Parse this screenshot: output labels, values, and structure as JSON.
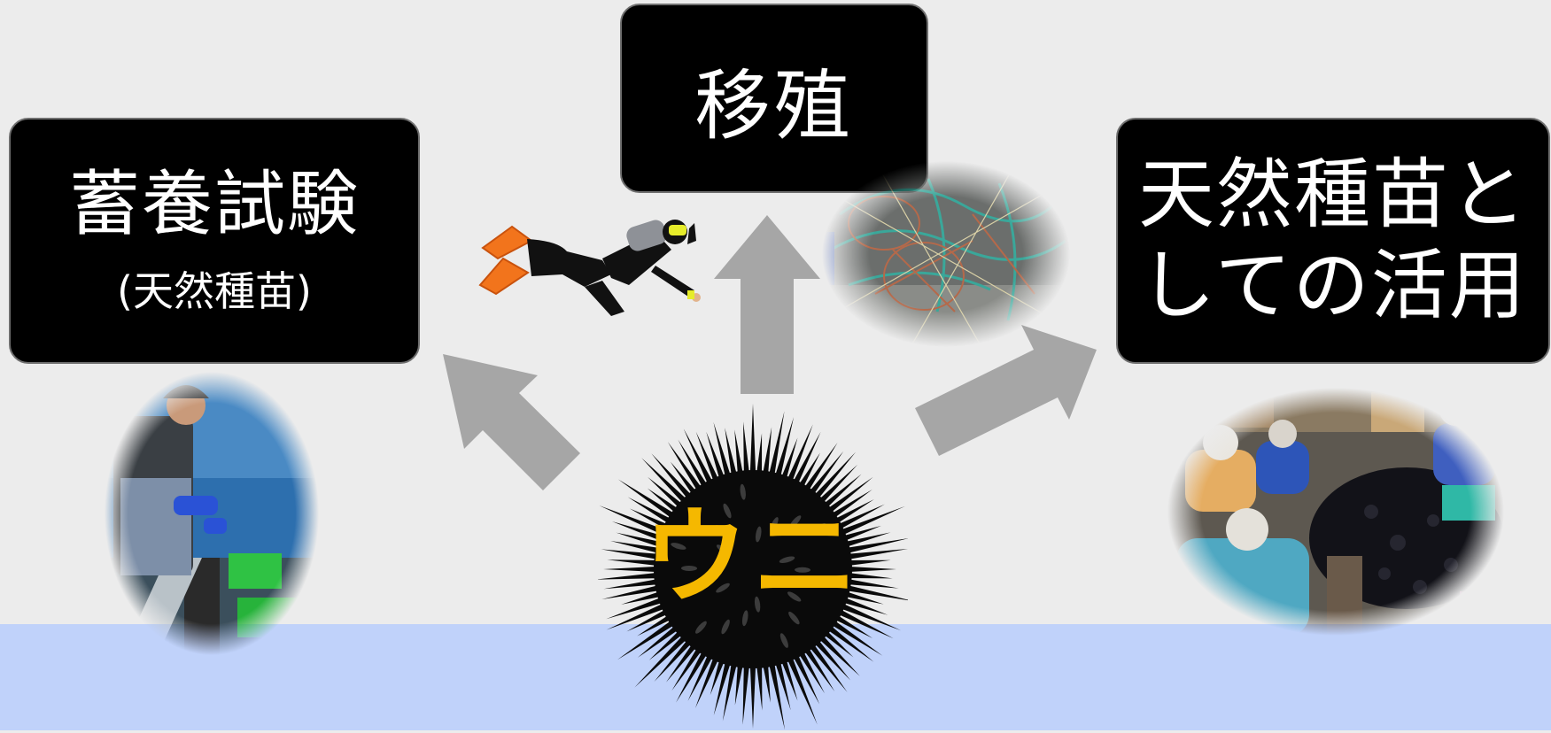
{
  "boxes": {
    "left": {
      "title": "蓄養試験",
      "subtitle": "(天然種苗)"
    },
    "top": {
      "title": "移殖"
    },
    "right": {
      "line1": "天然種苗と",
      "line2": "しての活用"
    }
  },
  "center": {
    "label": "ウニ"
  },
  "colors": {
    "background": "#ececec",
    "sea": "#c0d2fa",
    "box_fill": "#000000",
    "box_text": "#ffffff",
    "arrow": "#a6a6a6",
    "urchin": "#0a0a0a",
    "urchin_label": "#f5b800"
  },
  "images": [
    "fisherman-on-boat-photo",
    "fishing-net-photo",
    "workers-sorting-urchins-photo",
    "scuba-diver-illustration",
    "sea-urchin-illustration"
  ]
}
